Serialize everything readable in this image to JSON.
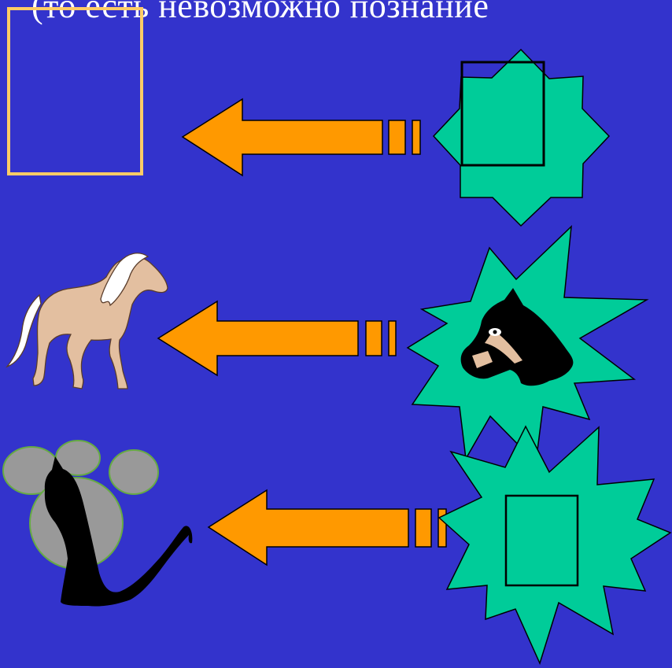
{
  "slide": {
    "title_text": "(то есть невозможно познание",
    "colors": {
      "background": "#3333cc",
      "arrow_fill": "#ff9900",
      "star_fill": "#00cc99",
      "frame_stroke": "#ffcc66",
      "outline": "#000000"
    },
    "rows": [
      {
        "left": "empty-frame",
        "arrow": "left-striped-arrow",
        "right": "eight-point-star-with-square"
      },
      {
        "left": "horse-clipart",
        "arrow": "left-striped-arrow",
        "right": "explosion-star-with-horse-head"
      },
      {
        "left": "cat-with-gray-circles-clipart",
        "arrow": "left-striped-arrow",
        "right": "explosion-star-with-square"
      }
    ]
  }
}
